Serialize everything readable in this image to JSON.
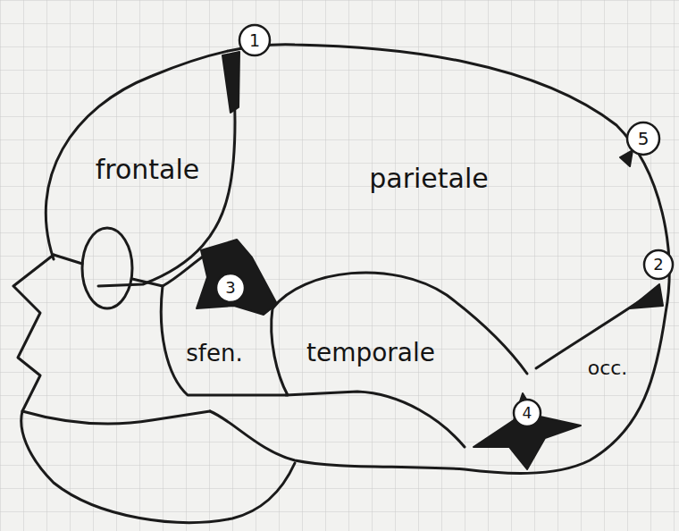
{
  "diagram": {
    "labels": [
      "1",
      "frontale",
      "parietale",
      "5",
      "2",
      "3",
      "sfen.",
      "temporale",
      "occ.",
      "4"
    ]
  }
}
